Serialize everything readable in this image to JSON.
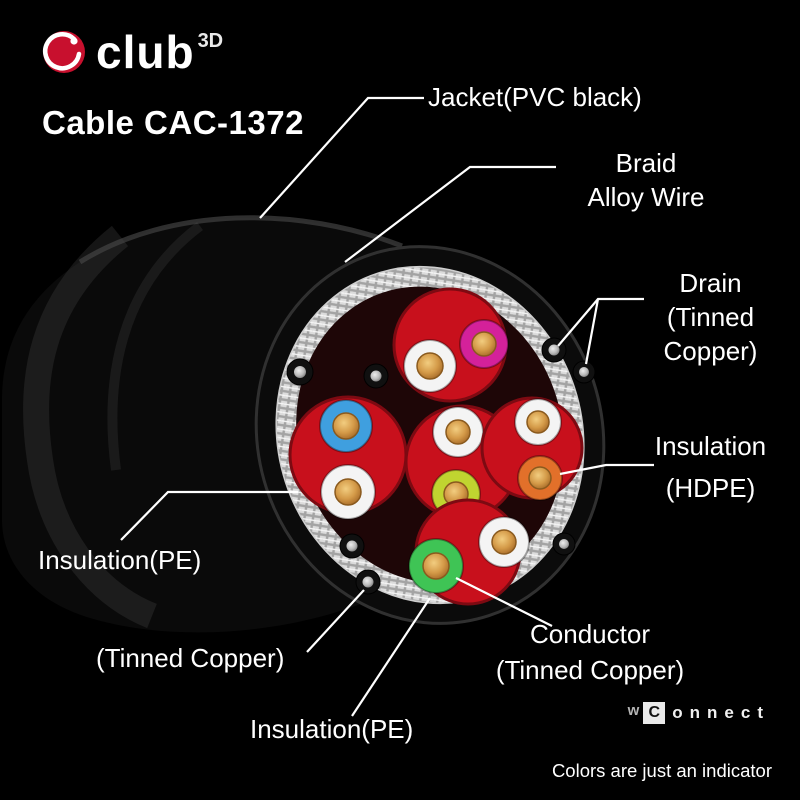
{
  "brand": {
    "logo_text": "club",
    "logo_sup": "3D",
    "product_title": "Cable CAC-1372"
  },
  "labels": {
    "jacket": "Jacket(PVC black)",
    "braid": [
      "Braid",
      "Alloy Wire"
    ],
    "drain": [
      "Drain",
      "(Tinned",
      "Copper)"
    ],
    "insulation_hdpe": [
      "Insulation",
      "(HDPE)"
    ],
    "insulation_pe_left": "Insulation(PE)",
    "tinned_copper_left": "(Tinned Copper)",
    "conductor": [
      "Conductor",
      "(Tinned Copper)"
    ],
    "insulation_pe_bottom": "Insulation(PE)",
    "footer_note": "Colors are just an indicator"
  },
  "wconnect": {
    "w": "w",
    "c": "C",
    "rest": "onnect"
  },
  "colors": {
    "background": "#000000",
    "brand_red": "#c8102e",
    "label_text": "#ffffff",
    "jacket_black": "#0b0b0b",
    "braid_silver": "#dcdcdc",
    "pair_wrap_red": "#c8101c",
    "wire_white": "#f4f4f4",
    "wire_pink": "#d4219a",
    "wire_blue": "#3f9fdf",
    "wire_yellow_green": "#c0d430",
    "wire_orange": "#e2702a",
    "wire_green": "#3fc455",
    "copper": "#d49a48",
    "drain_tinned": "#c2c2c2"
  }
}
